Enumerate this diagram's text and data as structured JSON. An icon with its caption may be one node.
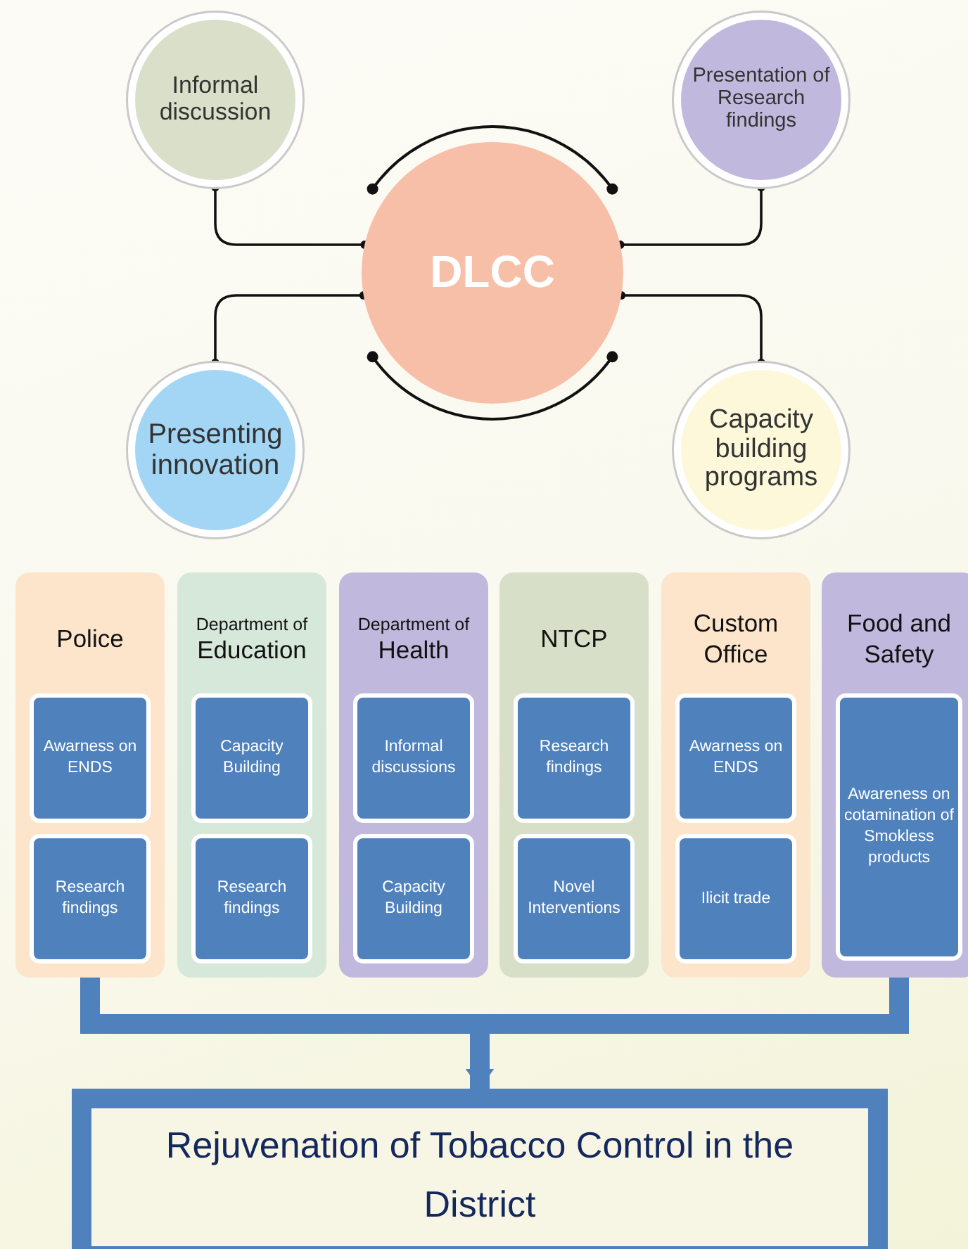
{
  "diagram": {
    "nodes": [
      {
        "text": [
          "Informal discussion"
        ]
      },
      {
        "text": [
          "Presentation of Research findings"
        ]
      },
      {
        "text": [
          "DLCC"
        ]
      },
      {
        "text": [
          "Presenting innovation"
        ]
      },
      {
        "text": [
          "Capacity building programs"
        ]
      },
      {
        "text": [
          "Police"
        ]
      },
      {
        "text": [
          "Awarness on ENDS"
        ],
        "in": 5
      },
      {
        "text": [
          "Research findings"
        ],
        "in": 5
      },
      {
        "text": [
          "Department of",
          "Education"
        ]
      },
      {
        "text": [
          "Capacity Building"
        ],
        "in": 8
      },
      {
        "text": [
          "Research findings"
        ],
        "in": 8
      },
      {
        "text": [
          "Department of",
          "Health"
        ]
      },
      {
        "text": [
          "Informal discussions"
        ],
        "in": 11
      },
      {
        "text": [
          "Capacity Building"
        ],
        "in": 11
      },
      {
        "text": [
          "NTCP"
        ]
      },
      {
        "text": [
          "Research findings"
        ],
        "in": 14
      },
      {
        "text": [
          "Novel Interventions"
        ],
        "in": 14
      },
      {
        "text": [
          "Custom Office"
        ]
      },
      {
        "text": [
          "Awarness on ENDS"
        ],
        "in": 17
      },
      {
        "text": [
          "Ilicit trade"
        ],
        "in": 17
      },
      {
        "text": [
          "Food and Safety"
        ]
      },
      {
        "text": [
          "Awareness on cotamination of Smokless products"
        ],
        "in": 20
      },
      {
        "text": [
          "Rejuvenation of Tobacco Control in the District"
        ]
      }
    ],
    "edges": [
      {
        "from": 2,
        "to": 0,
        "arrow": "other"
      },
      {
        "from": 2,
        "to": 1,
        "arrow": "other"
      },
      {
        "from": 2,
        "to": 3,
        "arrow": "other"
      },
      {
        "from": 2,
        "to": 4,
        "arrow": "other"
      },
      {
        "from": 5,
        "to": 22,
        "arrow": "to",
        "style": "thick",
        "color": "#4f81bd"
      },
      {
        "from": 20,
        "to": 22,
        "arrow": "to",
        "style": "thick",
        "color": "#4f81bd"
      }
    ]
  }
}
